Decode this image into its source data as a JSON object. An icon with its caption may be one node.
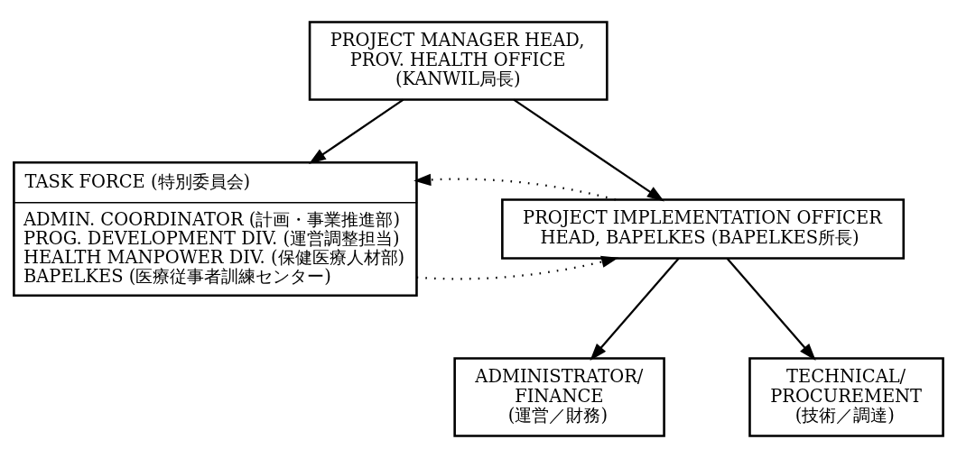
{
  "diagram": {
    "nodes": [
      {
        "text": [
          "PROJECT MANAGER HEAD, PROV. HEALTH OFFICE (KANWIL局長)"
        ]
      },
      {
        "text": [
          "TASK FORCE (特別委員会)",
          "ADMIN. COORDINATOR (計画・事業推進部)",
          "PROG. DEVELOPMENT DIV. (運営調整担当)",
          "HEALTH MANPOWER DIV. (保健医療人材部)",
          "BAPELKES (医療従事者訓練センター)"
        ]
      },
      {
        "text": [
          "PROJECT IMPLEMENTATION OFFICER HEAD, BAPELKES (BAPELKES所長)"
        ]
      },
      {
        "text": [
          "ADMINISTRATOR/ FINANCE (運営／財務)"
        ]
      },
      {
        "text": [
          "TECHNICAL/ PROCUREMENT (技術／調達)"
        ]
      }
    ],
    "edges": [
      {
        "from": 0,
        "to": 1,
        "arrow": "to"
      },
      {
        "from": 0,
        "to": 2,
        "arrow": "to"
      },
      {
        "from": 1,
        "to": 2,
        "arrow": "to",
        "style": "dashed"
      },
      {
        "from": 2,
        "to": 1,
        "arrow": "to",
        "style": "dashed"
      },
      {
        "from": 2,
        "to": 3,
        "arrow": "to"
      },
      {
        "from": 2,
        "to": 4,
        "arrow": "to"
      }
    ]
  }
}
